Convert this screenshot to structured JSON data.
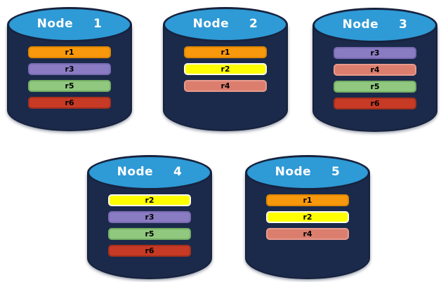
{
  "canvas": {
    "background": "#FFFFFF"
  },
  "styles": {
    "cylinder_body_fill": "#1B2A4A",
    "cylinder_body_border": "#16213C",
    "lid_fill": "#2E9AD6",
    "lid_border": "#17233E",
    "title_color": "#FFFFFF",
    "bar_text_color": "#000000"
  },
  "replica_colors": {
    "r1": {
      "fill": "#F8980D",
      "border": "#E08700"
    },
    "r2": {
      "fill": "#FFFF00",
      "border": "#FDFDF0"
    },
    "r3": {
      "fill": "#8A7CC2",
      "border": "#7A6BB3"
    },
    "r4": {
      "fill": "#DC7E6E",
      "border": "#E79A8D"
    },
    "r5": {
      "fill": "#8FC87E",
      "border": "#74AE64"
    },
    "r6": {
      "fill": "#C73A25",
      "border": "#A5301D"
    }
  },
  "nodes": [
    {
      "label": "Node  1",
      "replicas": [
        "r1",
        "r3",
        "r5",
        "r6"
      ]
    },
    {
      "label": "Node  2",
      "replicas": [
        "r1",
        "r2",
        "r4"
      ]
    },
    {
      "label": "Node  3",
      "replicas": [
        "r3",
        "r4",
        "r5",
        "r6"
      ]
    },
    {
      "label": "Node  4",
      "replicas": [
        "r2",
        "r3",
        "r5",
        "r6"
      ]
    },
    {
      "label": "Node  5",
      "replicas": [
        "r1",
        "r2",
        "r4"
      ]
    }
  ]
}
